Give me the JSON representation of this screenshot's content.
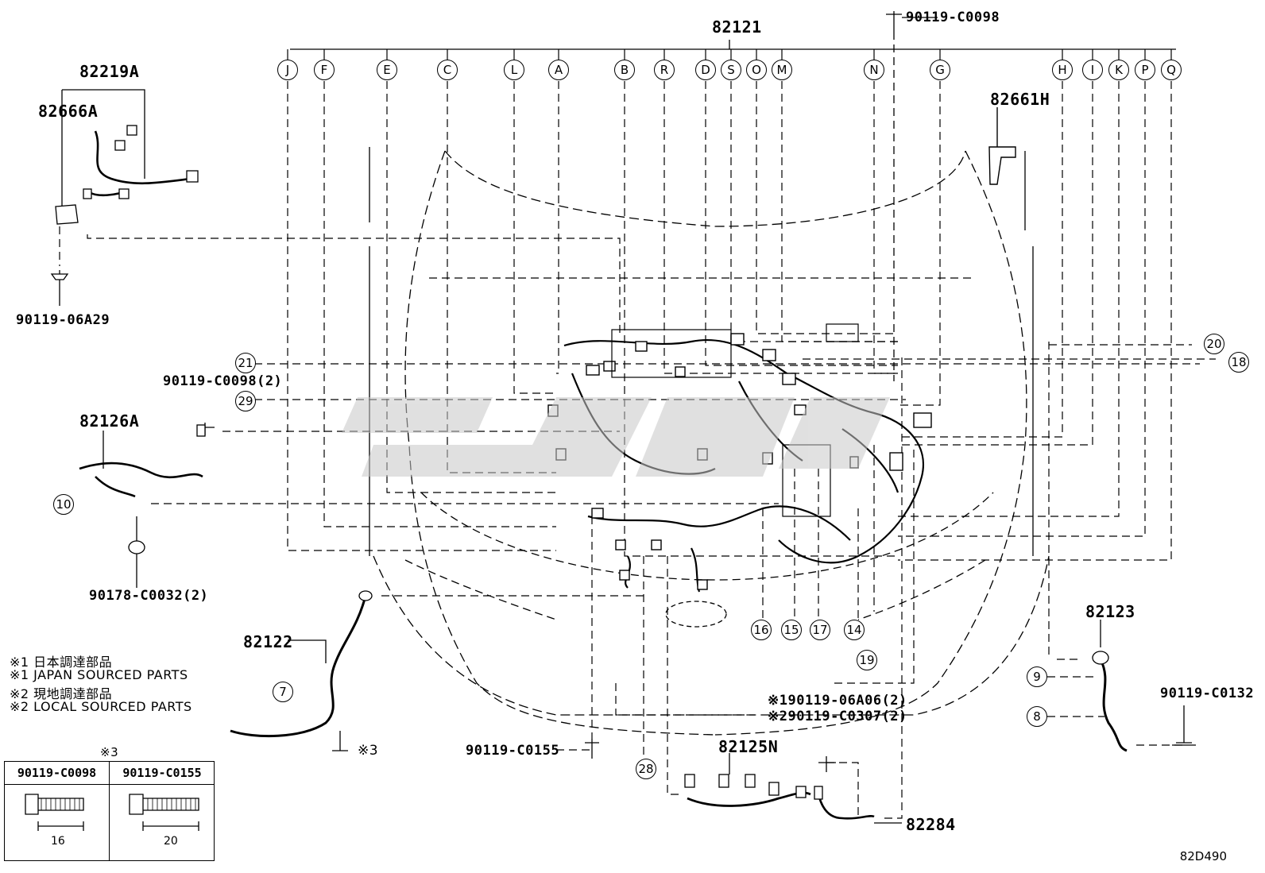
{
  "main_assembly": {
    "part": "82121",
    "letter_labels": [
      "J",
      "F",
      "E",
      "C",
      "L",
      "A",
      "B",
      "R",
      "D",
      "S",
      "O",
      "M",
      "N",
      "G",
      "H",
      "I",
      "K",
      "P",
      "Q"
    ]
  },
  "parts": {
    "p82219A": "82219A",
    "p82666A": "82666A",
    "p82661H": "82661H",
    "p82126A": "82126A",
    "p82122": "82122",
    "p82123": "82123",
    "p82125N": "82125N",
    "p82284": "82284"
  },
  "fasteners": {
    "top_bolt": "90119-C0098",
    "bolt_06A29": "90119-06A29",
    "bolt_C0098_2": "90119-C0098(2)",
    "clip_C0032": "90178-C0032(2)",
    "bolt_C0132": "90119-C0132",
    "bolt_C0155": "90119-C0155",
    "star3": "※3",
    "note_06A06": "※190119-06A06(2)",
    "note_C0307": "※290119-C0307(2)"
  },
  "callouts": {
    "c7": "7",
    "c8": "8",
    "c9": "9",
    "c10": "10",
    "c14": "14",
    "c15": "15",
    "c16": "16",
    "c17": "17",
    "c18": "18",
    "c19": "19",
    "c20": "20",
    "c21": "21",
    "c28": "28",
    "c29": "29"
  },
  "notes": [
    "※1 日本調達部品",
    "※1 JAPAN SOURCED PARTS",
    "※2 現地調達部品",
    "※2 LOCAL SOURCED PARTS"
  ],
  "bolt_table": {
    "title": "※3",
    "col1_header": "90119-C0098",
    "col1_length": "16",
    "col2_header": "90119-C0155",
    "col2_length": "20"
  },
  "diagram_code": "82D490"
}
